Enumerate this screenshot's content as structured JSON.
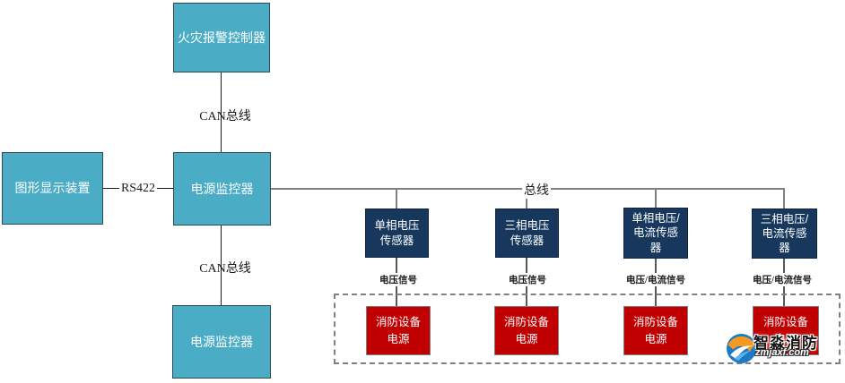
{
  "nodes": {
    "fire_alarm_controller": {
      "label": "火灾报警控制器"
    },
    "graphic_display": {
      "label": "图形显示装置"
    },
    "power_monitor_mid": {
      "label": "电源监控器"
    },
    "power_monitor_bottom": {
      "label": "电源监控器"
    },
    "sensors": [
      {
        "label": "单相电压\n传感器"
      },
      {
        "label": "三相电压\n传感器"
      },
      {
        "label": "单相电压/\n电流传感\n器"
      },
      {
        "label": "三相电压/\n电流传感\n器"
      }
    ],
    "fire_power_supplies": [
      {
        "label": "消防设备\n电源"
      },
      {
        "label": "消防设备\n电源"
      },
      {
        "label": "消防设备\n电源"
      },
      {
        "label": "消防设备\n电源"
      }
    ]
  },
  "edges": {
    "can_bus_top": "CAN总线",
    "can_bus_bottom": "CAN总线",
    "rs422": "RS422",
    "main_bus": "总线",
    "signals": [
      "电压信号",
      "电压信号",
      "电压/电流信号",
      "电压/电流信号"
    ]
  },
  "watermark": {
    "brand": "智淼消防",
    "site": "zmjaxf.com"
  },
  "colors": {
    "teal_box": "#4BACC6",
    "navy_box": "#17375D",
    "red_box": "#C00000",
    "bus_line": "#808080",
    "signal_line": "#595959",
    "can_line": "#1a1a1a"
  }
}
